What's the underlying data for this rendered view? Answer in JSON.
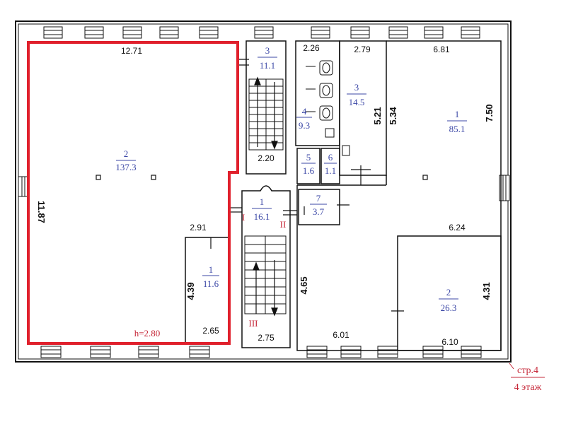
{
  "plan": {
    "rooms": [
      {
        "id": "big-hall",
        "number": "2",
        "area": "137.3"
      },
      {
        "id": "left-small",
        "number": "1",
        "area": "11.6"
      },
      {
        "id": "stair-top",
        "number": "3",
        "area": "11.1"
      },
      {
        "id": "stair-center",
        "number": "1",
        "area": "16.1"
      },
      {
        "id": "wc",
        "number": "4",
        "area": "9.3"
      },
      {
        "id": "small-5",
        "number": "5",
        "area": "1.6"
      },
      {
        "id": "small-6",
        "number": "6",
        "area": "1.1"
      },
      {
        "id": "small-7",
        "number": "7",
        "area": "3.7"
      },
      {
        "id": "room-3-right",
        "number": "3",
        "area": "14.5"
      },
      {
        "id": "right-large",
        "number": "1",
        "area": "85.1"
      },
      {
        "id": "right-bottom",
        "number": "2",
        "area": "26.3"
      }
    ],
    "dimensions": {
      "top_left": "12.71",
      "left_height": "11.87",
      "small_room_width": "2.91",
      "small_room_height": "4.39",
      "small_room_bottom": "2.65",
      "stair_width_top": "2.20",
      "stair_width_bottom": "2.75",
      "wc_width": "2.26",
      "room3_width": "2.79",
      "room3_height_a": "5.21",
      "room3_height_b": "5.34",
      "right_top_width": "6.81",
      "right_height": "7.50",
      "right_mid_width": "6.24",
      "lower_left_height": "4.65",
      "lower_left_width": "6.01",
      "lower_right_height": "4.31",
      "lower_right_width": "6.10"
    },
    "markers": {
      "roman_1": "I",
      "roman_2": "II",
      "roman_3": "III"
    },
    "ceiling_height": "h=2.80",
    "page_ref": {
      "page": "стр.4",
      "floor": "4 этаж"
    },
    "colors": {
      "highlight": "#e0202c",
      "room_label": "#3b47a6",
      "marker": "#c62839",
      "wall": "#111111"
    }
  }
}
